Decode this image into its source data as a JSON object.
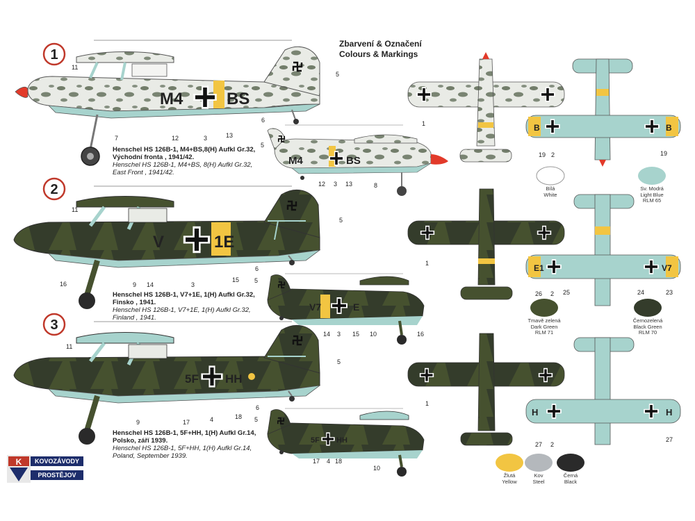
{
  "header": {
    "title_cz": "Zbarvení & Označení",
    "title_en": "Colours & Markings"
  },
  "schemes": [
    {
      "number": "1",
      "code_left": "M4",
      "code_right": "BS",
      "small_code_left": "M4",
      "small_code_right": "BS",
      "caption_bold_1": "Henschel HS 126B-1, M4+BS,8(H) Aufkl Gr.32,",
      "caption_bold_2": "Východní fronta , 1941/42.",
      "caption_it_1": "Henschel HS 126B-1, M4+BS, 8(H) Aufkl Gr.32,",
      "caption_it_2": "East Front , 1941/42.",
      "callouts": {
        "c11": "11",
        "c5": "5",
        "c7": "7",
        "c12": "12",
        "c3": "3",
        "c13": "13",
        "c6": "6",
        "s5": "5",
        "s12": "12",
        "s3": "3",
        "s13": "13",
        "s8": "8",
        "t1": "1",
        "b19": "19",
        "b2": "2",
        "b19r": "19",
        "wing_letter": "B"
      }
    },
    {
      "number": "2",
      "code_left": "V",
      "code_right": "1E",
      "small_code_left": "V7",
      "small_code_right": "E",
      "caption_bold_1": "Henschel HS 126B-1, V7+1E, 1(H) Aufkl Gr.32,",
      "caption_bold_2": "Finsko , 1941.",
      "caption_it_1": "Henschel HS 126B-1, V7+1E, 1(H) Aufkl Gr.32,",
      "caption_it_2": "Finland , 1941.",
      "callouts": {
        "c11": "11",
        "c5": "5",
        "c16": "16",
        "c9": "9",
        "c14": "14",
        "c3": "3",
        "c15": "15",
        "c6": "6",
        "s5": "5",
        "s14": "14",
        "s3": "3",
        "s15": "15",
        "s10": "10",
        "s16": "16",
        "t1": "1",
        "b26": "26",
        "b2": "2",
        "b25": "25",
        "b24": "24",
        "b23": "23",
        "wing_left": "E1",
        "wing_right": "V7"
      }
    },
    {
      "number": "3",
      "code_left": "5F",
      "code_right": "HH",
      "small_code_left": "5F",
      "small_code_right": "HH",
      "caption_bold_1": "Henschel HS 126B-1, 5F+HH, 1(H) Aufkl Gr.14,",
      "caption_bold_2": "Polsko, září 1939.",
      "caption_it_1": "Henschel HS 126B-1, 5F+HH, 1(H) Aufkl Gr.14,",
      "caption_it_2": "Poland, September 1939.",
      "callouts": {
        "c11": "11",
        "c5": "5",
        "c9": "9",
        "c17": "17",
        "c4": "4",
        "c18": "18",
        "c6": "6",
        "s5": "5",
        "s17": "17",
        "s4": "4",
        "s18": "18",
        "s10": "10",
        "t1": "1",
        "b27": "27",
        "b2": "2",
        "b27r": "27",
        "wing_left": "H",
        "wing_right": "H"
      }
    }
  ],
  "swatches": [
    {
      "id": "white",
      "cz": "Bílá",
      "en": "White",
      "rlm": "",
      "color": "#ffffff"
    },
    {
      "id": "lightblue",
      "cz": "Sv. Modrá",
      "en": "Light Blue",
      "rlm": "RLM 65",
      "color": "#a7d3cd"
    },
    {
      "id": "darkgreen",
      "cz": "Tmavě zelená",
      "en": "Dark Green",
      "rlm": "RLM 71",
      "color": "#46512f"
    },
    {
      "id": "blackgreen",
      "cz": "Černozelená",
      "en": "Black Green",
      "rlm": "RLM 70",
      "color": "#343c2b"
    },
    {
      "id": "yellow",
      "cz": "Žlutá",
      "en": "Yellow",
      "rlm": "",
      "color": "#f2c542"
    },
    {
      "id": "steel",
      "cz": "Kov",
      "en": "Steel",
      "rlm": "",
      "color": "#b4b8bc"
    },
    {
      "id": "black",
      "cz": "Černá",
      "en": "Black",
      "rlm": "",
      "color": "#2a2a2a"
    }
  ],
  "colors": {
    "white_camo": "#e9ebe6",
    "camo_spot": "#5d6a55",
    "underside": "#a7d3cd",
    "yellow": "#f2c542",
    "dark_green": "#46512f",
    "black_green": "#343c2b",
    "red_number": "#c0392b",
    "red_spinner": "#e23a2a"
  },
  "logo": {
    "line1": "KOVOZÁVODY",
    "line2": "PROSTĚJOV",
    "letter": "K"
  }
}
